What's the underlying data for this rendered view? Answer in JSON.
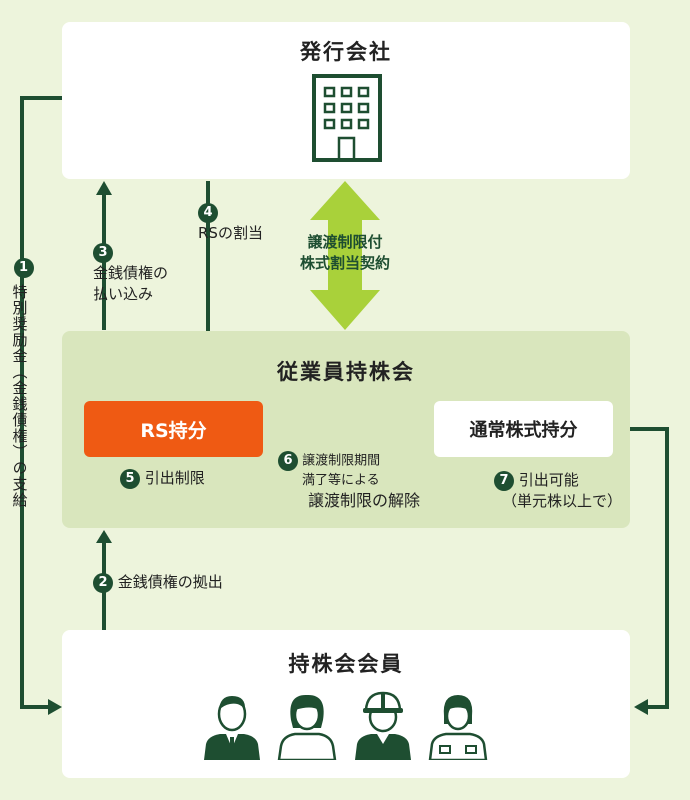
{
  "boxes": {
    "issuer": "発行会社",
    "association": "従業員持株会",
    "members": "持株会会員",
    "rs_share": "RS持分",
    "normal_share": "通常株式持分"
  },
  "contract": {
    "line1": "譲渡制限付",
    "line2": "株式割当契約"
  },
  "steps": [
    {
      "num": "1",
      "text": "特別奨励金（金銭債権）の支給"
    },
    {
      "num": "2",
      "text": "金銭債権の拠出"
    },
    {
      "num": "3",
      "line1": "金銭債権の",
      "line2": "払い込み"
    },
    {
      "num": "4",
      "text": "RSの割当"
    },
    {
      "num": "5",
      "text": "引出制限"
    },
    {
      "num": "6",
      "line1": "譲渡制限期間",
      "line2": "満了等による",
      "line3": "譲渡制限の解除"
    },
    {
      "num": "7",
      "line1": "引出可能",
      "line2": "（単元株以上で）"
    }
  ],
  "icons": {
    "building": "building-icon",
    "persons": [
      "businessman-icon",
      "woman-icon",
      "worker-helmet-icon",
      "female-worker-icon"
    ]
  },
  "colors": {
    "background": "#edf4dc",
    "association": "#d9e6bd",
    "arrow": "#1e4e31",
    "rs": "#ef5a13",
    "contract_arrow": "#a9d13a"
  }
}
